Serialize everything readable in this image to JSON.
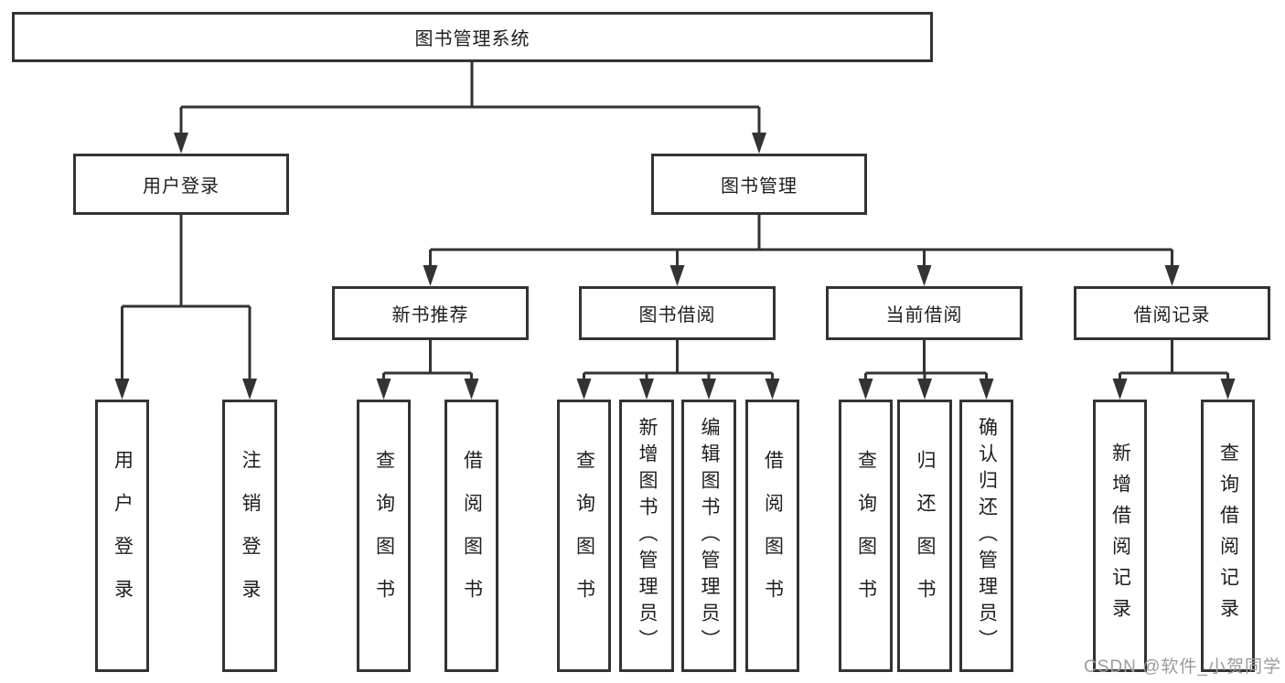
{
  "tree": {
    "root": {
      "label": "图书管理系统"
    },
    "branches": [
      {
        "label": "用户登录",
        "leaves": [
          {
            "label": "用户登录"
          },
          {
            "label": "注销登录"
          }
        ]
      },
      {
        "label": "图书管理",
        "groups": [
          {
            "label": "新书推荐",
            "leaves": [
              {
                "label": "查询图书"
              },
              {
                "label": "借阅图书"
              }
            ]
          },
          {
            "label": "图书借阅",
            "leaves": [
              {
                "label": "查询图书"
              },
              {
                "label": "新增图书（管理员）"
              },
              {
                "label": "编辑图书（管理员）"
              },
              {
                "label": "借阅图书"
              }
            ]
          },
          {
            "label": "当前借阅",
            "leaves": [
              {
                "label": "查询图书"
              },
              {
                "label": "归还图书"
              },
              {
                "label": "确认归还（管理员）"
              }
            ]
          },
          {
            "label": "借阅记录",
            "leaves": [
              {
                "label": "新增借阅记录"
              },
              {
                "label": "查询借阅记录"
              }
            ]
          }
        ]
      }
    ]
  },
  "watermark": {
    "text": "CSDN @软件_小贺同学"
  },
  "colors": {
    "line": "#333333",
    "text": "#1e1e1e",
    "watermark": "#9b9b9b",
    "background": "#ffffff"
  }
}
